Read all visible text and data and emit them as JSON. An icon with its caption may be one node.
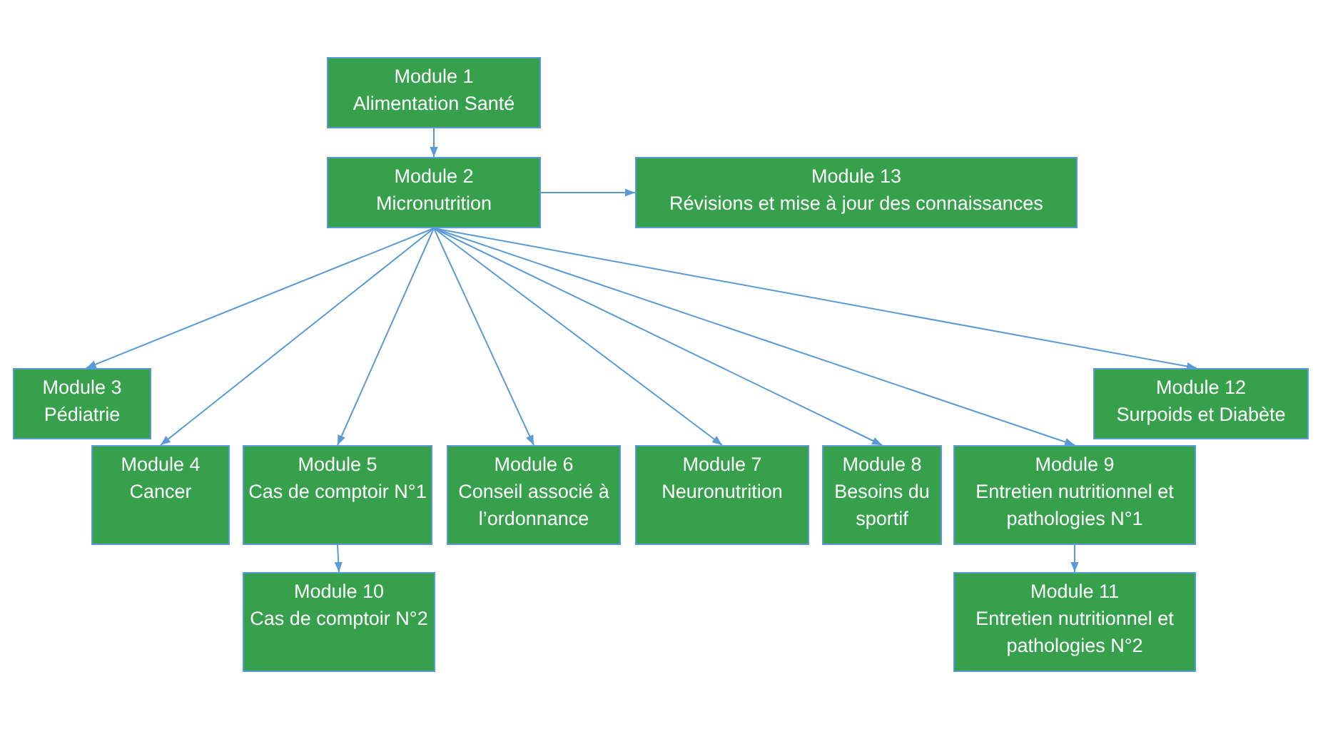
{
  "diagram": {
    "nodes": [
      {
        "text": [
          "Module 1",
          "Alimentation Santé"
        ]
      },
      {
        "text": [
          "Module 2",
          "Micronutrition"
        ]
      },
      {
        "text": [
          "Module 13",
          "Révisions et mise à jour des connaissances"
        ]
      },
      {
        "text": [
          "Module 3",
          "Pédiatrie"
        ]
      },
      {
        "text": [
          "Module 12",
          "Surpoids et Diabète"
        ]
      },
      {
        "text": [
          "Module 4",
          "Cancer"
        ]
      },
      {
        "text": [
          "Module 5",
          "Cas de comptoir N°1"
        ]
      },
      {
        "text": [
          "Module 6",
          "Conseil associé à l’ordonnance"
        ]
      },
      {
        "text": [
          "Module 7",
          "Neuronutrition"
        ]
      },
      {
        "text": [
          "Module 8",
          "Besoins du sportif"
        ]
      },
      {
        "text": [
          "Module 9",
          "Entretien nutritionnel et pathologies N°1"
        ]
      },
      {
        "text": [
          "Module 10",
          "Cas de comptoir N°2"
        ]
      },
      {
        "text": [
          "Module 11",
          "Entretien nutritionnel et pathologies N°2"
        ]
      }
    ],
    "edges": [
      {
        "from": 0,
        "to": 1,
        "arrow": "to"
      },
      {
        "from": 1,
        "to": 2,
        "arrow": "to"
      },
      {
        "from": 1,
        "to": 3,
        "arrow": "to"
      },
      {
        "from": 1,
        "to": 5,
        "arrow": "to"
      },
      {
        "from": 1,
        "to": 6,
        "arrow": "to"
      },
      {
        "from": 1,
        "to": 7,
        "arrow": "to"
      },
      {
        "from": 1,
        "to": 8,
        "arrow": "to"
      },
      {
        "from": 1,
        "to": 9,
        "arrow": "to"
      },
      {
        "from": 1,
        "to": 10,
        "arrow": "to"
      },
      {
        "from": 1,
        "to": 4,
        "arrow": "to"
      },
      {
        "from": 6,
        "to": 11,
        "arrow": "to"
      },
      {
        "from": 10,
        "to": 12,
        "arrow": "to"
      }
    ]
  }
}
